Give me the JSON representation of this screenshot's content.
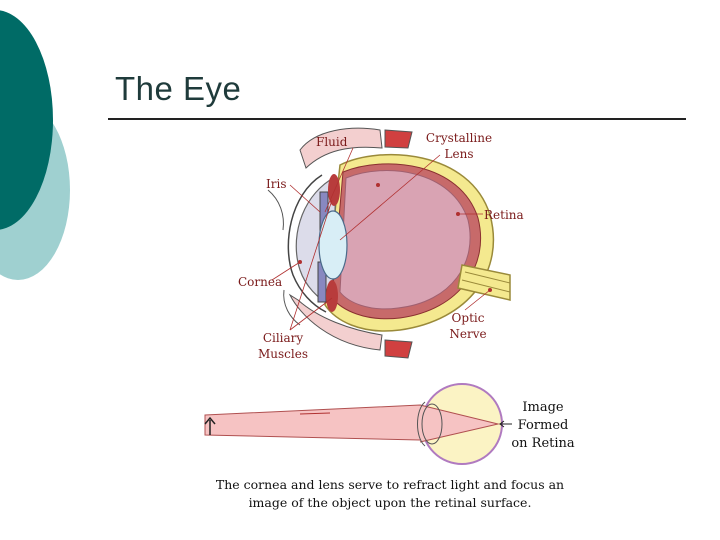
{
  "slide": {
    "title": "The Eye"
  },
  "diagram": {
    "labels": {
      "fluid": "Fluid",
      "crystalline_lens_line1": "Crystalline",
      "crystalline_lens_line2": "Lens",
      "iris": "Iris",
      "retina": "Retina",
      "cornea": "Cornea",
      "ciliary_line1": "Ciliary",
      "ciliary_line2": "Muscles",
      "optic_line1": "Optic",
      "optic_line2": "Nerve"
    },
    "image_formed_line1": "Image",
    "image_formed_line2": "Formed",
    "image_formed_line3": "on Retina",
    "caption_line1": "The cornea and lens serve to refract light and focus an",
    "caption_line2": "image of the object upon the retinal surface."
  },
  "colors": {
    "teal_dark": "#006b66",
    "teal_light": "#9fd0d0",
    "vitreous": "#d9a3b3",
    "lens": "#d8eef6",
    "sclera_yellow": "#f4e98f",
    "muscle_red": "#b83c3c",
    "beam_pink": "#f6c3c3"
  }
}
